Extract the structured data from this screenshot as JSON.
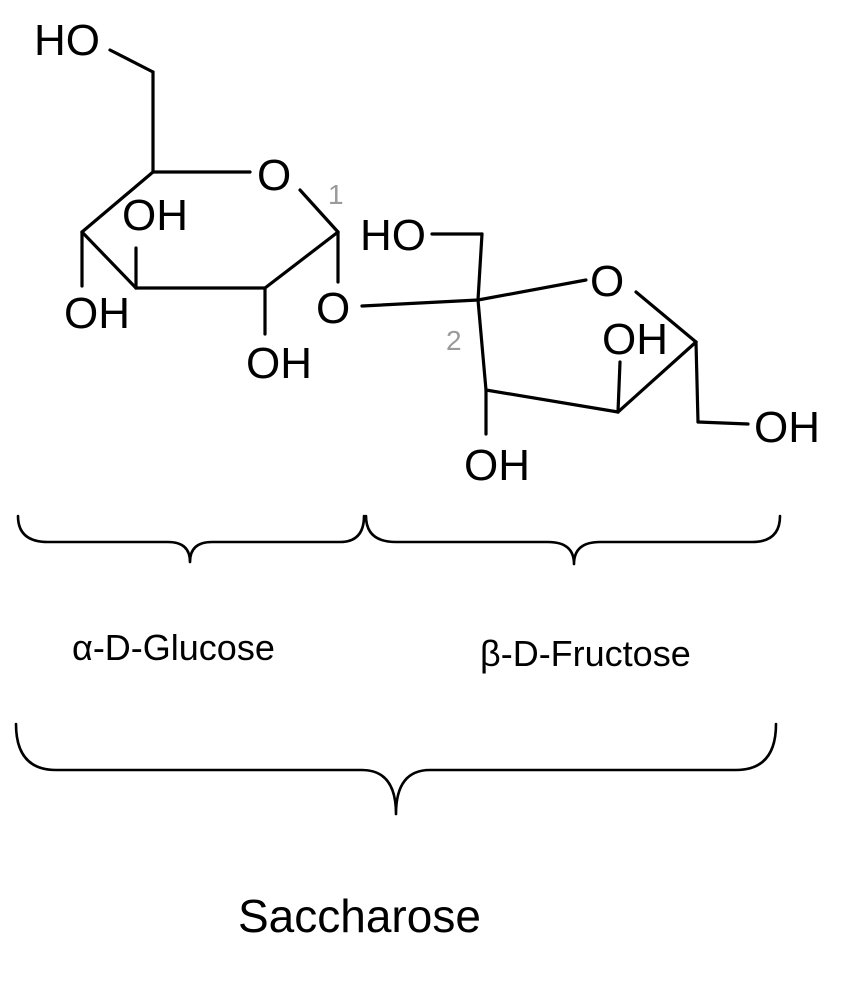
{
  "molecule": {
    "glucose": {
      "ch2oh_oh": "HO",
      "ring_o": "O",
      "c1_locant": "1",
      "oh_c4": "OH",
      "oh_c3": "OH",
      "oh_c2": "OH"
    },
    "glycosidic_o": "O",
    "fructose": {
      "ch2oh_top": "HO",
      "ring_o": "O",
      "c2_locant": "2",
      "oh_c3": "OH",
      "oh_c4": "OH",
      "ch2oh_bottom": "OH"
    }
  },
  "labels": {
    "glucose": "α-D-Glucose",
    "fructose": "β-D-Fructose",
    "saccharose": "Saccharose"
  },
  "colors": {
    "bonds": "#000000",
    "locants": "#9a9a9a"
  }
}
